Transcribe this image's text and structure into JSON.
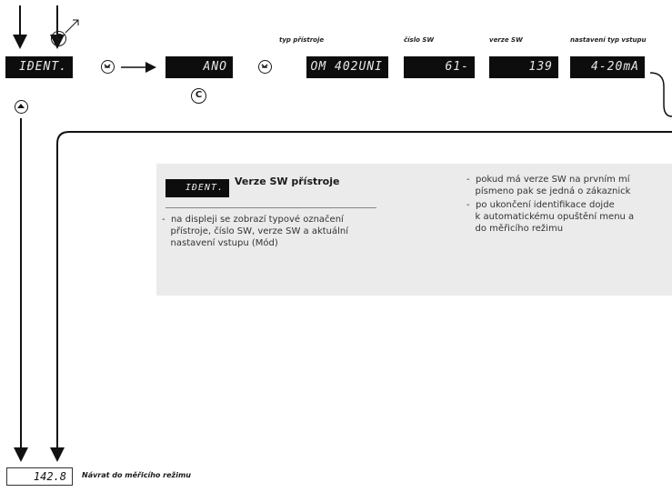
{
  "headers": {
    "typ": "typ přístroje",
    "cislo": "číslo SW",
    "verze": "verze SW",
    "nastaveni": "nastavení typ vstupu"
  },
  "displays": {
    "ident": "IĐENT.",
    "ano": "ANO",
    "typ": "OM 402UNI",
    "cislo": "61-",
    "verze": "139",
    "nastaveni": "4-20mA",
    "panel_ident": "IĐENT.",
    "measure": "142.8"
  },
  "buttons": {
    "c_label": "C"
  },
  "panel": {
    "title": "Verze SW přístroje",
    "left_text": "-  na displeji se zobrazí typové označení\n   přístroje, číslo SW, verze SW a aktuální\n   nastavení vstupu (Mód)",
    "right_bullet1": "-  pokud má verze SW na prvním mí\n   písmeno pak se jedná o zákaznick",
    "right_bullet2": "-  po ukončení identifikace dojde\n   k automatickému opuštění menu a\n   do měřicího režimu"
  },
  "footer": {
    "label": "Návrat do měřicího režimu"
  }
}
